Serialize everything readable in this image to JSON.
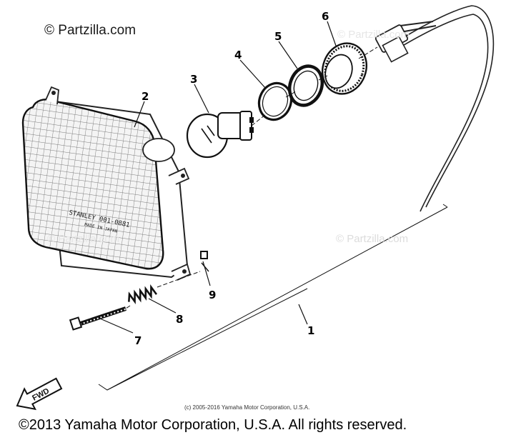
{
  "watermarks": {
    "top_left": "© Partzilla.com",
    "faint_top_right": "© Partzilla.com",
    "faint_right": "© Partzilla.com",
    "faint_left": "© Partzilla.com"
  },
  "callouts": [
    "1",
    "2",
    "3",
    "4",
    "5",
    "6",
    "7",
    "8",
    "9"
  ],
  "fwd_label": "FWD",
  "lens_marking": {
    "line1": "STANLEY 001-0881",
    "line2": "MADE IN JAPAN"
  },
  "copyright_small": "(c) 2005-2016 Yamaha Motor Corporation, U.S.A.",
  "copyright_main": "©2013 Yamaha Motor Corporation, U.S.A. All rights reserved."
}
